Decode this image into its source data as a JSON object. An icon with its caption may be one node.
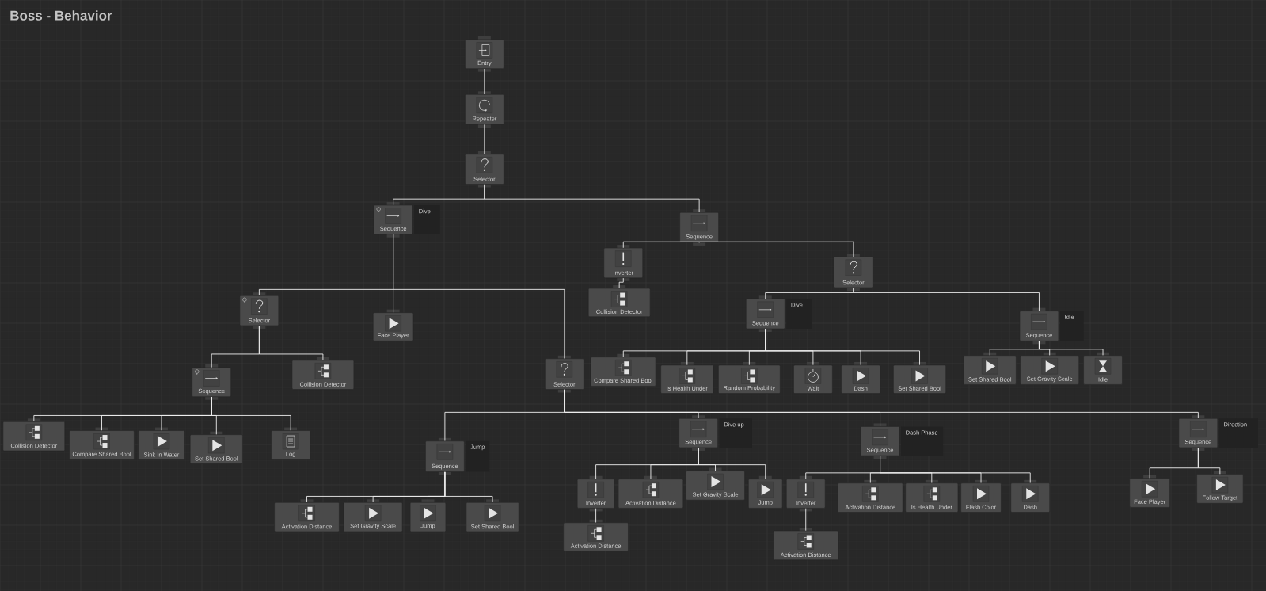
{
  "diagram": {
    "title": "Boss - Behavior",
    "nodes": [
      {
        "text": [
          "Entry"
        ]
      },
      {
        "text": [
          "Repeater"
        ]
      },
      {
        "text": [
          "Selector"
        ]
      },
      {
        "text": [
          "Sequence"
        ],
        "beside": [
          "Dive"
        ]
      },
      {
        "text": [
          "Selector"
        ]
      },
      {
        "text": [
          "Sequence"
        ]
      },
      {
        "text": [
          "Collision Detector"
        ]
      },
      {
        "text": [
          "Compare Shared Bool"
        ]
      },
      {
        "text": [
          "Sink In Water"
        ]
      },
      {
        "text": [
          "Set Shared Bool"
        ]
      },
      {
        "text": [
          "Log"
        ]
      },
      {
        "text": [
          "Collision Detector"
        ]
      },
      {
        "text": [
          "Face Player"
        ]
      },
      {
        "text": [
          "Selector"
        ]
      },
      {
        "text": [
          "Sequence"
        ],
        "beside": [
          "Jump"
        ]
      },
      {
        "text": [
          "Activation Distance"
        ]
      },
      {
        "text": [
          "Set Gravity Scale"
        ]
      },
      {
        "text": [
          "Jump"
        ]
      },
      {
        "text": [
          "Set Shared Bool"
        ]
      },
      {
        "text": [
          "Sequence"
        ],
        "beside": [
          "Dive up"
        ]
      },
      {
        "text": [
          "Inverter"
        ]
      },
      {
        "text": [
          "Activation Distance"
        ]
      },
      {
        "text": [
          "Activation Distance"
        ]
      },
      {
        "text": [
          "Set Gravity Scale"
        ]
      },
      {
        "text": [
          "Jump"
        ]
      },
      {
        "text": [
          "Sequence"
        ],
        "beside": [
          "Dash Phase"
        ]
      },
      {
        "text": [
          "Inverter"
        ]
      },
      {
        "text": [
          "Activation Distance"
        ]
      },
      {
        "text": [
          "Activation Distance"
        ]
      },
      {
        "text": [
          "Is Health Under"
        ]
      },
      {
        "text": [
          "Flash Color"
        ]
      },
      {
        "text": [
          "Dash"
        ]
      },
      {
        "text": [
          "Sequence"
        ],
        "beside": [
          "Direction"
        ]
      },
      {
        "text": [
          "Face Player"
        ]
      },
      {
        "text": [
          "Follow Target"
        ]
      },
      {
        "text": [
          "Sequence"
        ]
      },
      {
        "text": [
          "Inverter"
        ]
      },
      {
        "text": [
          "Collision Detector"
        ]
      },
      {
        "text": [
          "Selector"
        ]
      },
      {
        "text": [
          "Sequence"
        ],
        "beside": [
          "Dive"
        ]
      },
      {
        "text": [
          "Compare Shared Bool"
        ]
      },
      {
        "text": [
          "Is Health Under"
        ]
      },
      {
        "text": [
          "Random Probability"
        ]
      },
      {
        "text": [
          "Wait"
        ]
      },
      {
        "text": [
          "Dash"
        ]
      },
      {
        "text": [
          "Set Shared Bool"
        ]
      },
      {
        "text": [
          "Sequence"
        ],
        "beside": [
          "Idle"
        ]
      },
      {
        "text": [
          "Set Shared Bool"
        ]
      },
      {
        "text": [
          "Set Gravity Scale"
        ]
      },
      {
        "text": [
          "Idle"
        ]
      }
    ],
    "edges": [
      {
        "from": 0,
        "to": 1,
        "arrow": "none"
      },
      {
        "from": 1,
        "to": 2,
        "arrow": "none"
      },
      {
        "from": 2,
        "to": 3,
        "arrow": "none"
      },
      {
        "from": 2,
        "to": 35,
        "arrow": "none"
      },
      {
        "from": 3,
        "to": 4,
        "arrow": "none"
      },
      {
        "from": 3,
        "to": 12,
        "arrow": "none"
      },
      {
        "from": 3,
        "to": 13,
        "arrow": "none"
      },
      {
        "from": 4,
        "to": 5,
        "arrow": "none"
      },
      {
        "from": 4,
        "to": 11,
        "arrow": "none"
      },
      {
        "from": 5,
        "to": 6,
        "arrow": "none"
      },
      {
        "from": 5,
        "to": 7,
        "arrow": "none"
      },
      {
        "from": 5,
        "to": 8,
        "arrow": "none"
      },
      {
        "from": 5,
        "to": 9,
        "arrow": "none"
      },
      {
        "from": 5,
        "to": 10,
        "arrow": "none"
      },
      {
        "from": 13,
        "to": 14,
        "arrow": "none"
      },
      {
        "from": 13,
        "to": 19,
        "arrow": "none"
      },
      {
        "from": 13,
        "to": 25,
        "arrow": "none"
      },
      {
        "from": 13,
        "to": 32,
        "arrow": "none"
      },
      {
        "from": 14,
        "to": 15,
        "arrow": "none"
      },
      {
        "from": 14,
        "to": 16,
        "arrow": "none"
      },
      {
        "from": 14,
        "to": 17,
        "arrow": "none"
      },
      {
        "from": 14,
        "to": 18,
        "arrow": "none"
      },
      {
        "from": 19,
        "to": 20,
        "arrow": "none"
      },
      {
        "from": 19,
        "to": 22,
        "arrow": "none"
      },
      {
        "from": 19,
        "to": 23,
        "arrow": "none"
      },
      {
        "from": 19,
        "to": 24,
        "arrow": "none"
      },
      {
        "from": 20,
        "to": 21,
        "arrow": "none"
      },
      {
        "from": 25,
        "to": 26,
        "arrow": "none"
      },
      {
        "from": 25,
        "to": 28,
        "arrow": "none"
      },
      {
        "from": 25,
        "to": 29,
        "arrow": "none"
      },
      {
        "from": 25,
        "to": 30,
        "arrow": "none"
      },
      {
        "from": 25,
        "to": 31,
        "arrow": "none"
      },
      {
        "from": 26,
        "to": 27,
        "arrow": "none"
      },
      {
        "from": 32,
        "to": 33,
        "arrow": "none"
      },
      {
        "from": 32,
        "to": 34,
        "arrow": "none"
      },
      {
        "from": 35,
        "to": 36,
        "arrow": "none"
      },
      {
        "from": 35,
        "to": 38,
        "arrow": "none"
      },
      {
        "from": 36,
        "to": 37,
        "arrow": "none"
      },
      {
        "from": 38,
        "to": 39,
        "arrow": "none"
      },
      {
        "from": 38,
        "to": 46,
        "arrow": "none"
      },
      {
        "from": 39,
        "to": 40,
        "arrow": "none"
      },
      {
        "from": 39,
        "to": 41,
        "arrow": "none"
      },
      {
        "from": 39,
        "to": 42,
        "arrow": "none"
      },
      {
        "from": 39,
        "to": 43,
        "arrow": "none"
      },
      {
        "from": 39,
        "to": 44,
        "arrow": "none"
      },
      {
        "from": 39,
        "to": 45,
        "arrow": "none"
      },
      {
        "from": 46,
        "to": 47,
        "arrow": "none"
      },
      {
        "from": 46,
        "to": 48,
        "arrow": "none"
      },
      {
        "from": 46,
        "to": 49,
        "arrow": "none"
      }
    ]
  }
}
